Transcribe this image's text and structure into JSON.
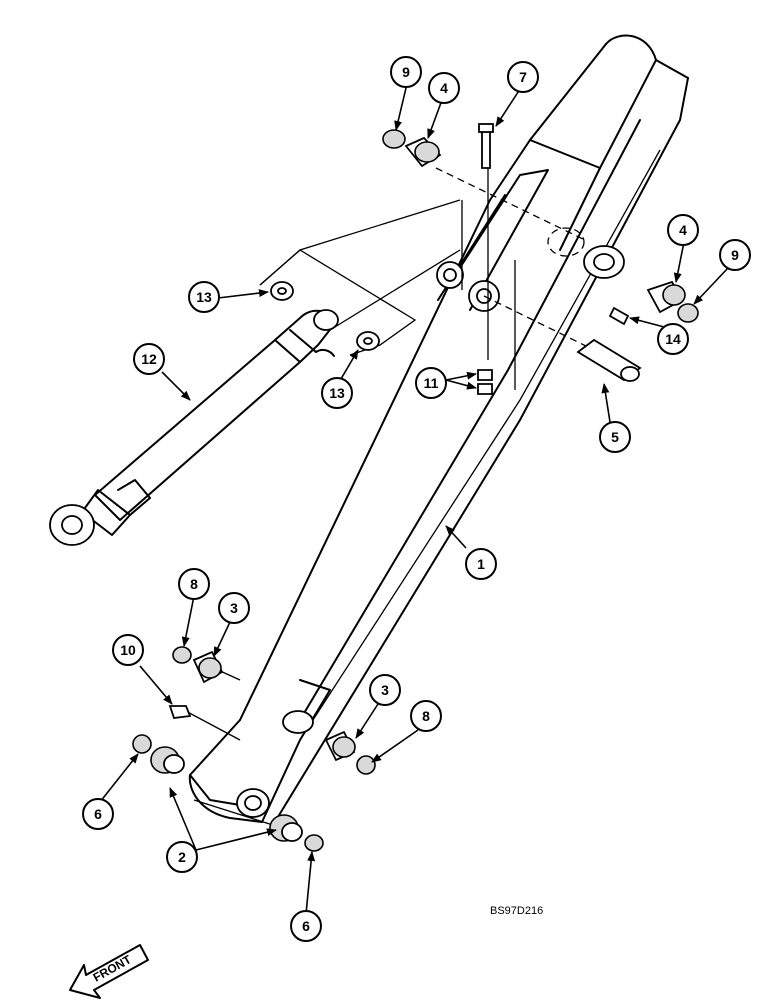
{
  "callouts": [
    "1",
    "2",
    "2",
    "3",
    "3",
    "4",
    "4",
    "5",
    "6",
    "6",
    "7",
    "8",
    "8",
    "9",
    "9",
    "10",
    "11",
    "12",
    "13",
    "13",
    "14"
  ],
  "drawing_code": "BS97D216",
  "front_label": "FRONT"
}
